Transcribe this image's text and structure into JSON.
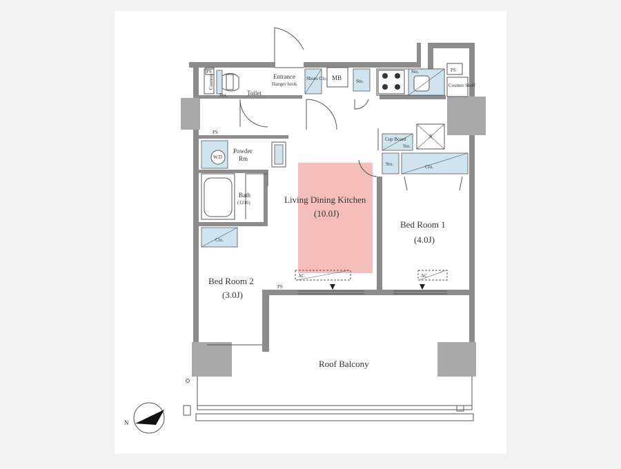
{
  "rooms": {
    "toilet": "Toilet",
    "entrance": "Entrance",
    "hanger_hook": "Hanger hook",
    "shoes_clo": "Shoes Clo.",
    "mb": "MB",
    "sto_top": "Sto.",
    "sto_kitchen": "Sto.",
    "counter_shelf_right": "Counter Shelf",
    "counter_shelf_left": "Counter",
    "ps_top_left": "PS",
    "ps_top_right": "PS",
    "ps_mid_left": "PS",
    "ps_bottom": "PS",
    "sto_small_left": "Sto.",
    "powder_room_line1": "Powder",
    "powder_room_line2": "Rm",
    "bath_line1": "Bath",
    "bath_line2": "(1216)",
    "cup_board": "Cup Board",
    "sto_cup": "Sto.",
    "r_mark": "R",
    "sto_bed1": "Sto.",
    "clo_bed1": "Clo.",
    "clo_bed2": "Clo.",
    "ldk_line1": "Living Dining Kitchen",
    "ldk_line2": "(10.0J)",
    "bed1_line1": "Bed Room 1",
    "bed1_line2": "(4.0J)",
    "bed2_line1": "Bed Room 2",
    "bed2_line2": "(3.0J)",
    "roof_balcony": "Roof Balcony",
    "ac_ldk": "AC",
    "ac_bed1": "AC",
    "wd_mark": "W.D",
    "north": "N"
  },
  "colors": {
    "ldk_highlight": "#f4b3ae",
    "wall": "#8c8c8c",
    "storage": "#cfe4ee"
  }
}
